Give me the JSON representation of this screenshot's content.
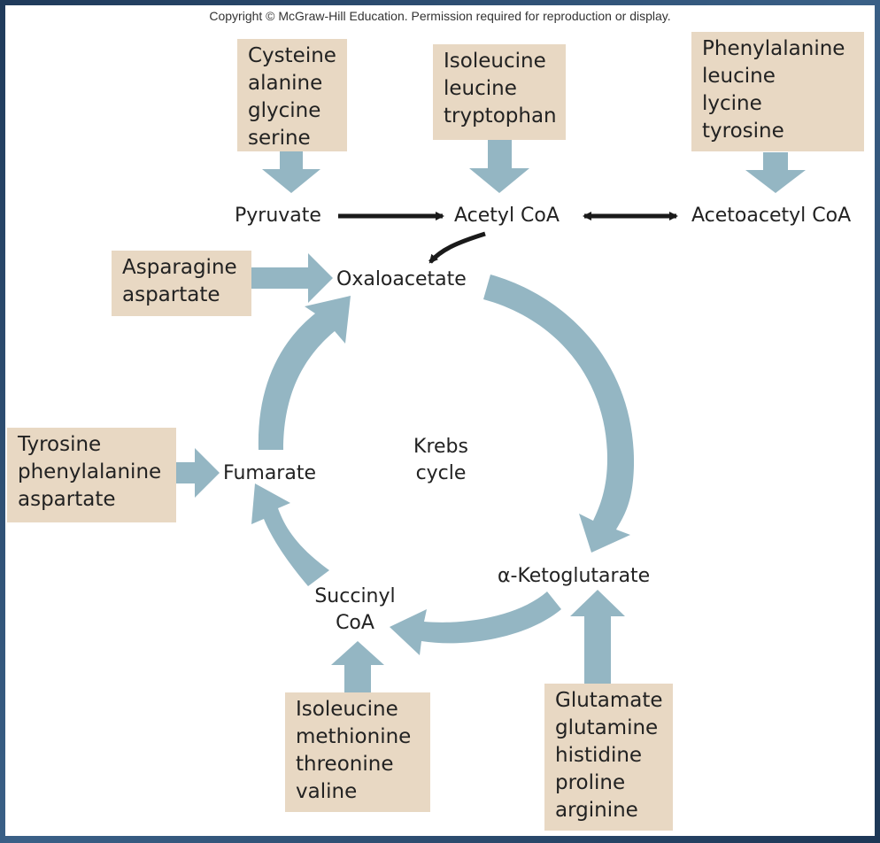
{
  "copyright": "Copyright © McGraw-Hill Education. Permission required for reproduction or display.",
  "nodes": {
    "pyruvate": "Pyruvate",
    "acetyl_coa": "Acetyl CoA",
    "acetoacetyl_coa": "Acetoacetyl CoA",
    "oxaloacetate": "Oxaloacetate",
    "fumarate": "Fumarate",
    "succinyl_coa_1": "Succinyl",
    "succinyl_coa_2": "CoA",
    "ketoglutarate": "α-Ketoglutarate",
    "krebs_1": "Krebs",
    "krebs_2": "cycle"
  },
  "boxes": {
    "to_pyruvate": [
      "Cysteine",
      "alanine",
      "glycine",
      "serine"
    ],
    "to_acetyl": [
      "Isoleucine",
      "leucine",
      "tryptophan"
    ],
    "to_acetoacetyl": [
      "Phenylalanine",
      "leucine",
      "lycine",
      "tyrosine"
    ],
    "to_oxaloacetate": [
      "Asparagine",
      "aspartate"
    ],
    "to_fumarate": [
      "Tyrosine",
      "phenylalanine",
      "aspartate"
    ],
    "to_succinyl": [
      "Isoleucine",
      "methionine",
      "threonine",
      "valine"
    ],
    "to_ketoglutarate": [
      "Glutamate",
      "glutamine",
      "histidine",
      "proline",
      "arginine"
    ]
  },
  "colors": {
    "box_fill": "#e8d8c3",
    "arrow_fill": "#94b6c3",
    "black_arrow": "#1a1a1a"
  }
}
